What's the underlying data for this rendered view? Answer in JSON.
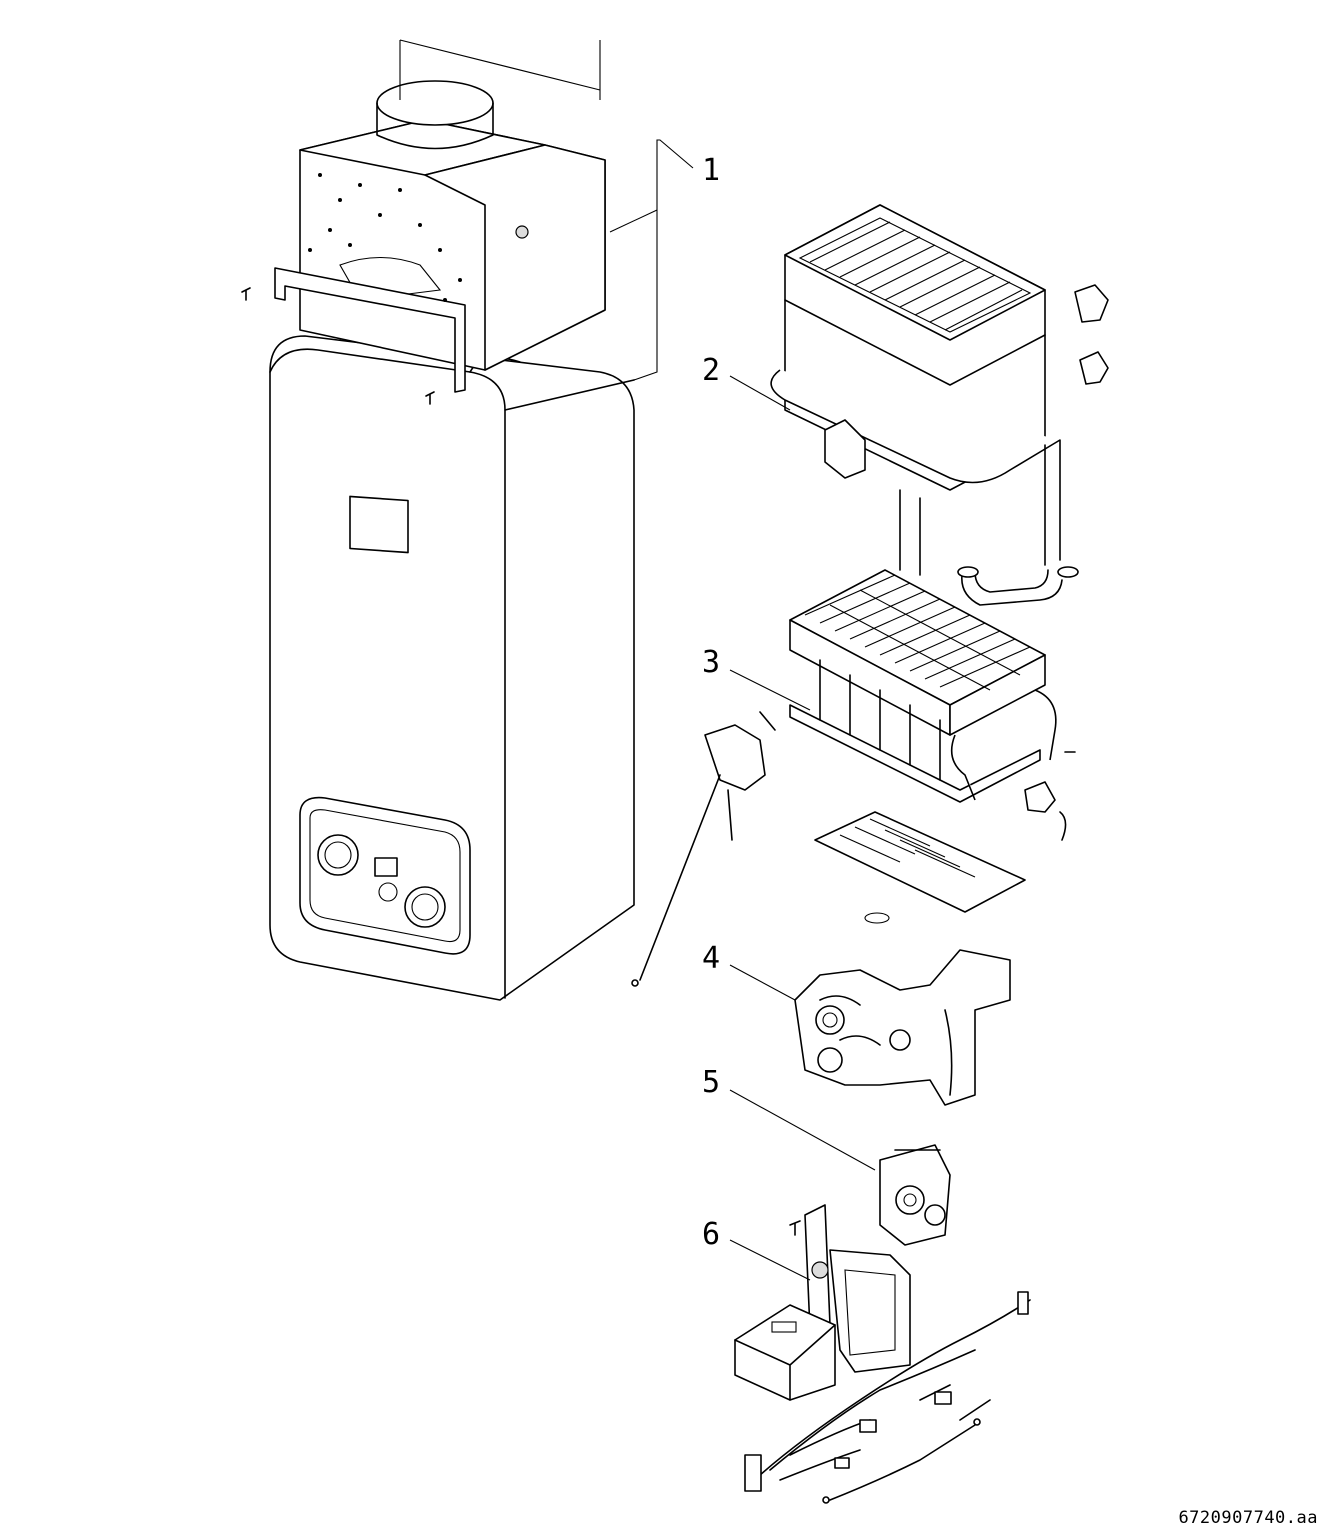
{
  "callouts": [
    {
      "id": "1",
      "label": "1"
    },
    {
      "id": "2",
      "label": "2"
    },
    {
      "id": "3",
      "label": "3"
    },
    {
      "id": "4",
      "label": "4"
    },
    {
      "id": "5",
      "label": "5"
    },
    {
      "id": "6",
      "label": "6"
    }
  ],
  "document_id": "6720907740.aa",
  "colors": {
    "line": "#000000",
    "background": "#ffffff",
    "shade": "#dcdcdc"
  }
}
